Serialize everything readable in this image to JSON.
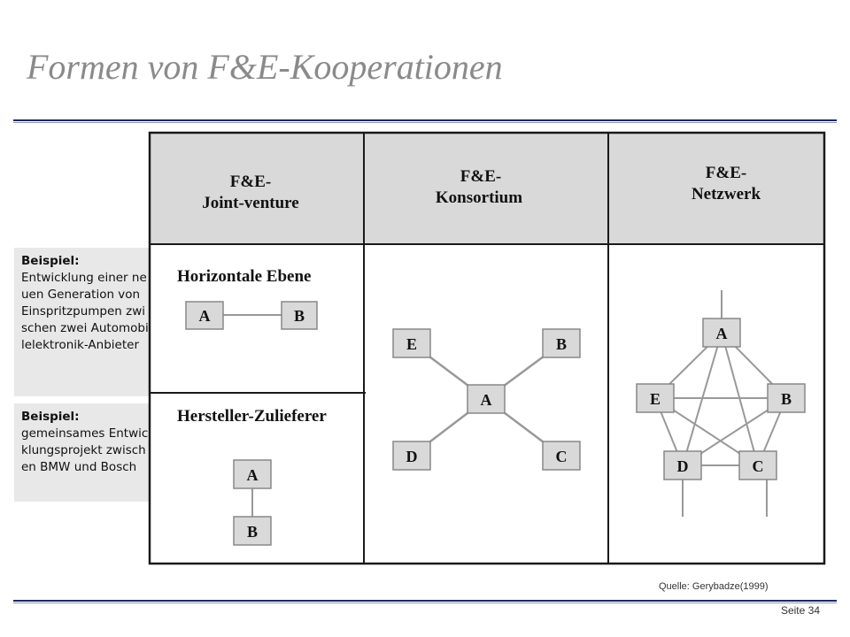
{
  "slide": {
    "title": "Formen von F&E-Kooperationen",
    "source": "Quelle: Gerybadze(1999)",
    "page_label": "Seite",
    "page_number": "34"
  },
  "examples": [
    {
      "heading": "Beispiel:",
      "text": "Entwicklung einer neuen Generation von Einspritzpumpen zwischen zwei Automobilelektronik-Anbieter"
    },
    {
      "heading": "Beispiel:",
      "text": "gemeinsames Entwicklungsprojekt zwischen BMW und Bosch"
    }
  ],
  "table": {
    "columns": [
      {
        "line1": "F&E-",
        "line2": "Joint-venture"
      },
      {
        "line1": "F&E-",
        "line2": "Konsortium"
      },
      {
        "line1": "F&E-",
        "line2": "Netzwerk"
      }
    ],
    "joint_venture": {
      "horizontal_label": "Horizontale Ebene",
      "vertical_label": "Hersteller-Zulieferer",
      "horizontal_nodes": [
        "A",
        "B"
      ],
      "vertical_nodes": [
        "A",
        "B"
      ]
    },
    "konsortium": {
      "nodes": [
        "A",
        "B",
        "C",
        "D",
        "E"
      ]
    },
    "netzwerk": {
      "nodes": [
        "A",
        "B",
        "C",
        "D",
        "E"
      ]
    }
  },
  "colors": {
    "header_fill": "#d9d9d9",
    "node_fill": "#d9d9d9",
    "line": "#999999",
    "border": "#1a1a1a",
    "title": "#8a8a8a"
  }
}
